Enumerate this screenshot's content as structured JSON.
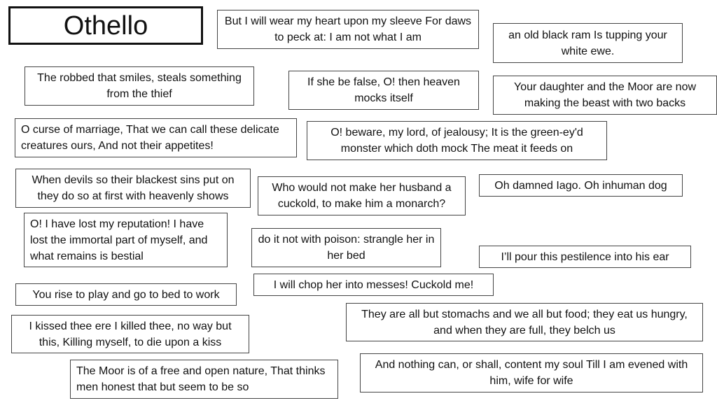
{
  "title": "Othello",
  "quotes": [
    "But I will wear my heart upon my sleeve For daws to peck at: I am not what I am",
    "an old black ram Is tupping your white ewe.",
    "The robbed that smiles, steals something from the thief",
    "If she be false, O! then heaven mocks itself",
    "Your daughter and the Moor are now making the beast with two backs",
    "O curse of marriage, That we can call these delicate creatures ours, And not their appetites!",
    "O! beware, my lord, of jealousy; It is the green-ey'd monster which doth mock The meat it feeds on",
    "When devils so their blackest sins put on they do so at first with heavenly shows",
    "Who would not make her husband a cuckold, to make him a monarch?",
    "Oh damned Iago. Oh inhuman dog",
    "O! I have lost my reputation! I have lost the immortal part of myself, and what remains is bestial",
    "do it not with poison: strangle her in her bed",
    "I’ll pour this pestilence into his ear",
    "I will chop her into messes! Cuckold me!",
    "You rise to play and go to bed to work",
    "They are all but stomachs and we all but food; they eat us hungry, and when they are full, they belch us",
    "I kissed thee ere I killed thee, no way but this, Killing myself, to die upon a kiss",
    "And nothing can, or shall, content my soul Till I am evened with him, wife for wife",
    "The Moor is of a free and open nature, That thinks men honest that but seem to be so"
  ]
}
